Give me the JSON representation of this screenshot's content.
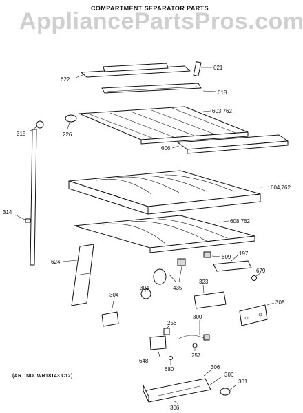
{
  "watermark": "AppliancePartsPros.com",
  "title": "COMPARTMENT SEPARATOR PARTS",
  "art_number": "(ART NO. WR18143 C12)",
  "callouts": [
    {
      "id": "c622",
      "label": "622"
    },
    {
      "id": "c621",
      "label": "621"
    },
    {
      "id": "c618",
      "label": "618"
    },
    {
      "id": "c315",
      "label": "315"
    },
    {
      "id": "c226",
      "label": "226"
    },
    {
      "id": "c603",
      "label": "603,762"
    },
    {
      "id": "c606",
      "label": "606"
    },
    {
      "id": "c604",
      "label": "604,762"
    },
    {
      "id": "c314",
      "label": "314"
    },
    {
      "id": "c608",
      "label": "608,762"
    },
    {
      "id": "c624",
      "label": "624"
    },
    {
      "id": "c197",
      "label": "197"
    },
    {
      "id": "c609",
      "label": "609"
    },
    {
      "id": "c679",
      "label": "679"
    },
    {
      "id": "c304a",
      "label": "304"
    },
    {
      "id": "c304b",
      "label": "304"
    },
    {
      "id": "c435",
      "label": "435"
    },
    {
      "id": "c323",
      "label": "323"
    },
    {
      "id": "c308",
      "label": "308"
    },
    {
      "id": "c256",
      "label": "256"
    },
    {
      "id": "c300",
      "label": "300"
    },
    {
      "id": "c648",
      "label": "648"
    },
    {
      "id": "c257",
      "label": "257"
    },
    {
      "id": "c680",
      "label": "680"
    },
    {
      "id": "c306a",
      "label": "306"
    },
    {
      "id": "c306b",
      "label": "306"
    },
    {
      "id": "c301",
      "label": "301"
    },
    {
      "id": "c306c",
      "label": "306"
    }
  ]
}
